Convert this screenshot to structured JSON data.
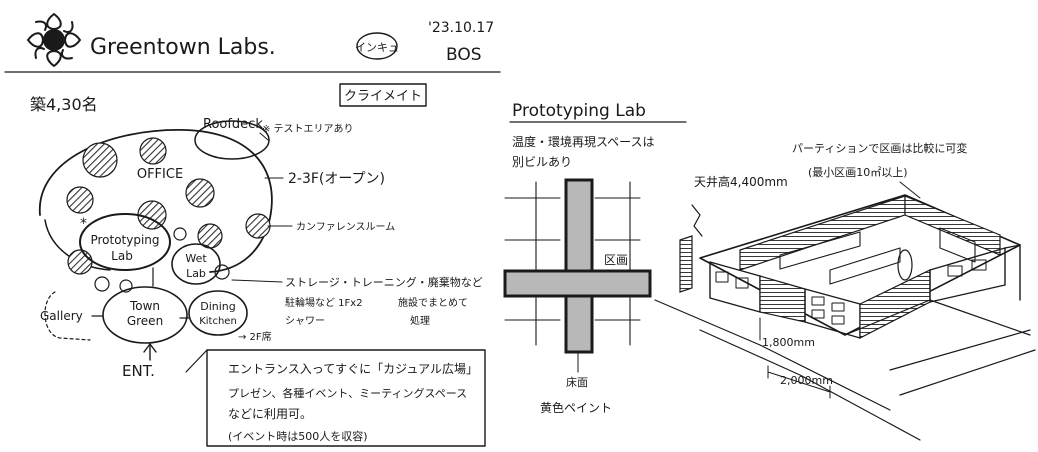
{
  "header": {
    "company": "Greentown Labs.",
    "interview_tag": "インキュ",
    "date": "'23.10.17",
    "location": "BOS",
    "client_label": "クライメイト"
  },
  "floor_plan": {
    "area_note": "築4,30名",
    "roof_deck": "Roofdeck",
    "roof_note": "※ テストエリアあり",
    "office": "OFFICE",
    "floors_note": "2-3F(オープン)",
    "conference": "カンファレンスルーム",
    "prototyping_1": "Prototyping",
    "prototyping_2": "Lab",
    "wet_1": "Wet",
    "wet_2": "Lab",
    "storage_note_1": "ストレージ・トレーニング・廃棄物など",
    "storage_note_2a": "駐輪場など 1Fx2",
    "storage_note_2b": "施設でまとめて",
    "storage_note_3a": "シャワー",
    "storage_note_3b": "処理",
    "gallery": "Gallery",
    "town_1": "Town",
    "town_2": "Green",
    "dining_1": "Dining",
    "dining_2": "Kitchen",
    "dining_note": "→ 2F席",
    "entrance": "ENT."
  },
  "callout": {
    "line1": "エントランス入ってすぐに「カジュアル広場」",
    "line2": "プレゼン、各種イベント、ミーティングスペース",
    "line3": "などに利用可。",
    "line4": "(イベント時は500人を収容)"
  },
  "prototyping_lab": {
    "title": "Prototyping Lab",
    "note_1": "温度・環境再現スペースは",
    "note_2": "別ビルあり",
    "partition_label": "区画",
    "floor_paint_1": "床面",
    "floor_paint_2": "黄色ペイント",
    "ceiling_height": "天井高4,400mm",
    "partition_note_1": "パーティションで区画は比較に可変",
    "partition_note_2": "(最小区画10㎡以上)",
    "dim_1800": "1,800mm",
    "dim_2000": "2,000mm"
  },
  "icons": {
    "logo": "greentown-logo-icon"
  }
}
